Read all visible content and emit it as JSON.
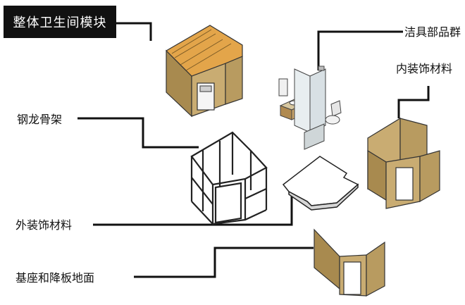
{
  "title_box": {
    "text": "整体卫生间模块"
  },
  "labels": {
    "sanitary": "洁具部品群",
    "inner_finish": "内装饰材料",
    "steel_frame": "钢龙骨架",
    "outer_finish": "外装饰材料",
    "base_floor": "基座和降板地面"
  },
  "colors": {
    "panel": "#c9ac72",
    "panel_dark": "#a88a4f",
    "roof_stripe": "#e3a54a",
    "frame": "#222222",
    "leader": "#111111"
  }
}
